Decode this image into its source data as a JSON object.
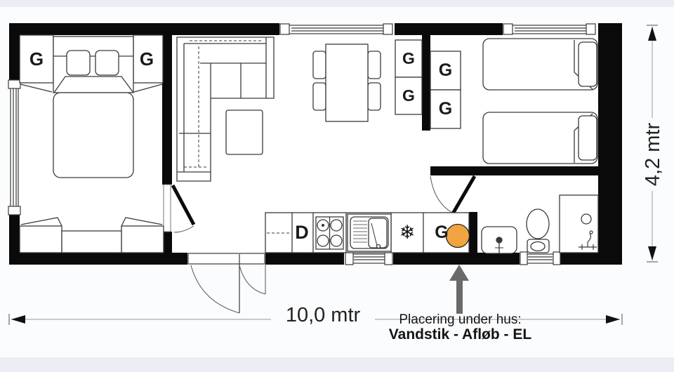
{
  "plan": {
    "wardrobe_label": "G",
    "dishwasher_label": "D",
    "freezer_icon": "❄"
  },
  "dimensions": {
    "width_label": "10,0 mtr",
    "height_label": "4,2 mtr"
  },
  "annotation": {
    "line1": "Placering under hus:",
    "line2": "Vandstik - Afløb - EL"
  },
  "colors": {
    "marker_orange": "#F2A440",
    "arrow_gray": "#6a6a6a",
    "wall_black": "#0a0a0a"
  }
}
